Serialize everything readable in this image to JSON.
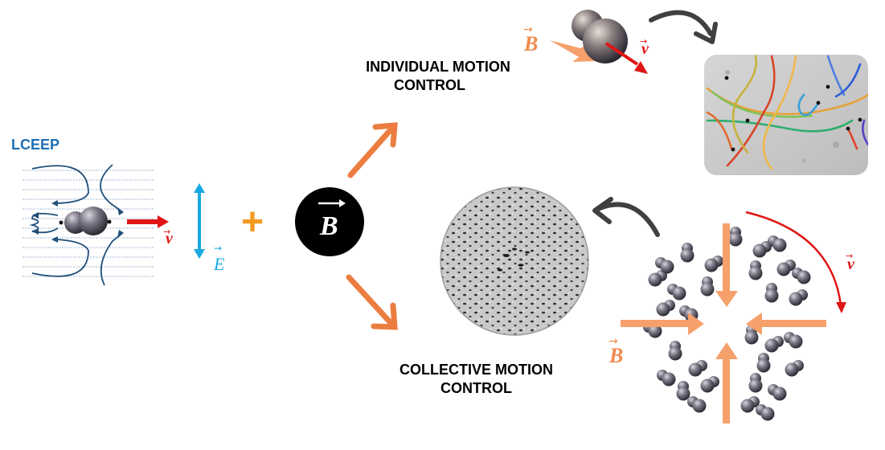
{
  "labels": {
    "lceep": "LCEEP",
    "individual_line1": "INDIVIDUAL MOTION",
    "individual_line2": "CONTROL",
    "collective_line1": "COLLECTIVE MOTION",
    "collective_line2": "CONTROL",
    "plus": "+",
    "velocity": "v",
    "efield": "E",
    "bfield": "B"
  },
  "colors": {
    "lceep_text": "#1f6fb5",
    "field_line": "#8fa8c8",
    "flow_line": "#1f4f7a",
    "velocity_red": "#e01515",
    "efield_cyan": "#19a9e0",
    "plus_orange": "#f39a22",
    "bfield_orange": "#f08a4b",
    "arrow_orange": "#ec7d40",
    "curve_dark": "#404040",
    "badge_black": "#000000",
    "particle": "#6e6a78"
  },
  "icons": {
    "velocity_arrow": "red-arrow-icon",
    "efield_arrow": "double-headed-arrow-icon",
    "bfield_badge": "magnetic-field-badge-icon",
    "curved_arrow": "curved-arrow-icon"
  }
}
